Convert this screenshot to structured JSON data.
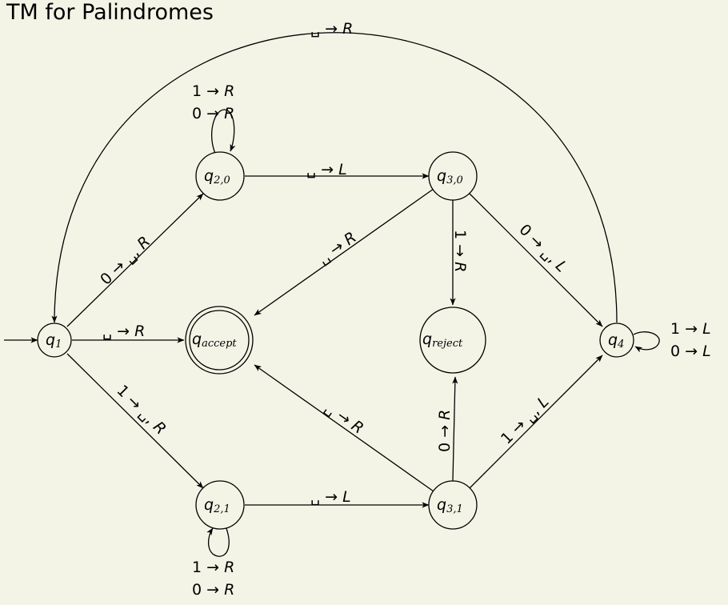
{
  "title": "TM for Palindromes",
  "states": {
    "q1": {
      "name": "q",
      "sub": "1"
    },
    "q20": {
      "name": "q",
      "sub": "2,0"
    },
    "q21": {
      "name": "q",
      "sub": "2,1"
    },
    "q30": {
      "name": "q",
      "sub": "3,0"
    },
    "q31": {
      "name": "q",
      "sub": "3,1"
    },
    "q4": {
      "name": "q",
      "sub": "4"
    },
    "qaccept": {
      "name": "q",
      "sub": "accept"
    },
    "qreject": {
      "name": "q",
      "sub": "reject"
    }
  },
  "blank": "␣",
  "arrow": "→",
  "transitions": {
    "q4_to_q1": {
      "read": "␣",
      "action": "R"
    },
    "q20_self_1": {
      "read": "1",
      "action": "R"
    },
    "q20_self_0": {
      "read": "0",
      "action": "R"
    },
    "q20_to_q30": {
      "read": "␣",
      "action": "L"
    },
    "q1_to_q20": {
      "read": "0",
      "write": "␣",
      "action": "R"
    },
    "q1_to_qaccept": {
      "read": "␣",
      "action": "R"
    },
    "q30_to_qaccept": {
      "read": "␣",
      "action": "R"
    },
    "q30_to_qreject": {
      "read": "1",
      "action": "R"
    },
    "q30_to_q4": {
      "read": "0",
      "write": "␣",
      "action": "L"
    },
    "q4_self_1": {
      "read": "1",
      "action": "L"
    },
    "q4_self_0": {
      "read": "0",
      "action": "L"
    },
    "q1_to_q21": {
      "read": "1",
      "write": "␣",
      "action": "R"
    },
    "q31_to_qaccept": {
      "read": "␣",
      "action": "R"
    },
    "q31_to_qreject": {
      "read": "0",
      "action": "R"
    },
    "q31_to_q4": {
      "read": "1",
      "write": "␣",
      "action": "L"
    },
    "q21_to_q31": {
      "read": "␣",
      "action": "L"
    },
    "q21_self_1": {
      "read": "1",
      "action": "R"
    },
    "q21_self_0": {
      "read": "0",
      "action": "R"
    }
  }
}
